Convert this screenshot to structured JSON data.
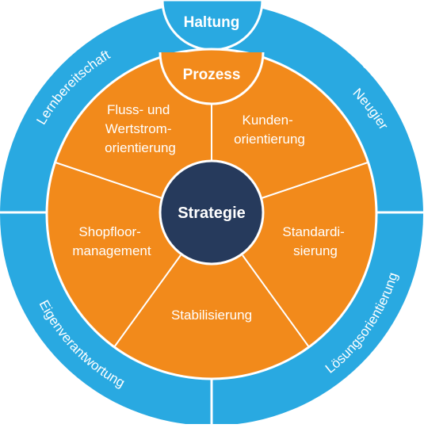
{
  "diagram": {
    "colors": {
      "outer_ring": "#29a9e1",
      "inner_disc": "#f28a1b",
      "center": "#263a5c",
      "divider": "#ffffff"
    },
    "outer_ring": {
      "tab": "Haltung",
      "segments": [
        "Neugier",
        "Lösungsorientierung",
        "Eigenverantwortung",
        "Lernbereitschaft"
      ]
    },
    "inner_disc": {
      "tab": "Prozess",
      "segments": [
        [
          "Kunden-",
          "orientierung"
        ],
        [
          "Standardi-",
          "sierung"
        ],
        [
          "Stabilisierung"
        ],
        [
          "Shopfloor-",
          "management"
        ],
        [
          "Fluss- und",
          "Wertstrom-",
          "orientierung"
        ]
      ]
    },
    "center": "Strategie"
  }
}
